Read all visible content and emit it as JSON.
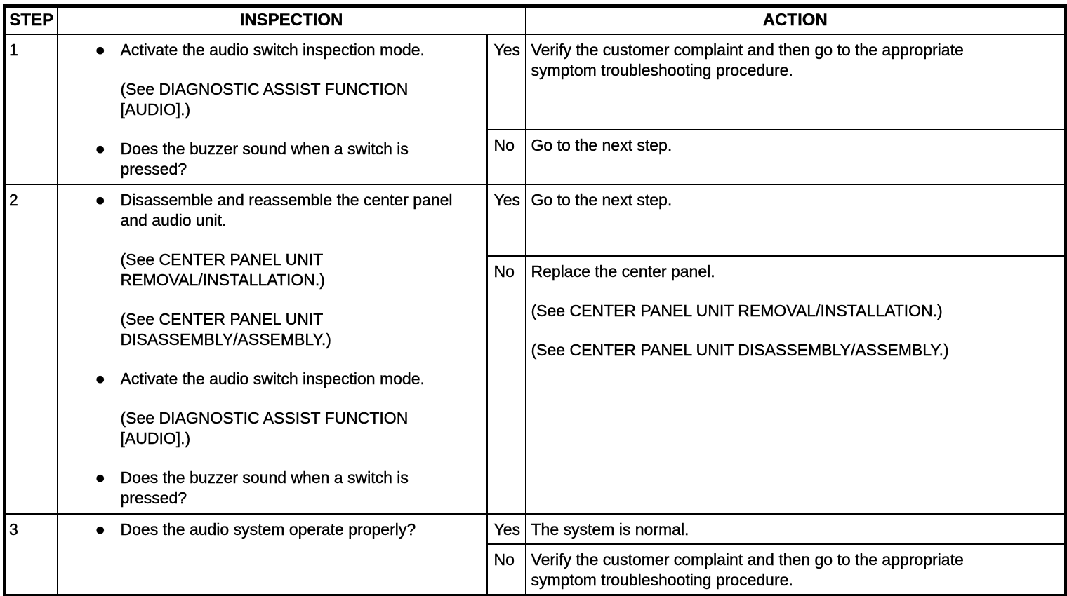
{
  "document": {
    "kind": "audio-system-troubleshooting-inspection-table"
  },
  "colors": {
    "border": "#000000",
    "text": "#000000",
    "background": "#ffffff"
  },
  "icons": {
    "bullet": "●"
  },
  "header": {
    "step": "STEP",
    "inspection": "INSPECTION",
    "action": "ACTION"
  },
  "steps": [
    {
      "number": "1",
      "inspection_items": [
        {
          "text": "Activate the audio switch inspection mode.",
          "refs": [
            "(See DIAGNOSTIC ASSIST FUNCTION [AUDIO].)"
          ]
        },
        {
          "text": "Does the buzzer sound when a switch is pressed?",
          "refs": []
        }
      ],
      "yes": {
        "label": "Yes",
        "action": [
          "Verify the customer complaint and then go to the appropriate symptom troubleshooting procedure."
        ]
      },
      "no": {
        "label": "No",
        "action": [
          "Go to the next step."
        ]
      }
    },
    {
      "number": "2",
      "inspection_items": [
        {
          "text": "Disassemble and reassemble the center panel and audio unit.",
          "refs": [
            "(See CENTER PANEL UNIT REMOVAL/INSTALLATION.)",
            "(See CENTER PANEL UNIT DISASSEMBLY/ASSEMBLY.)"
          ]
        },
        {
          "text": "Activate the audio switch inspection mode.",
          "refs": [
            "(See DIAGNOSTIC ASSIST FUNCTION [AUDIO].)"
          ]
        },
        {
          "text": "Does the buzzer sound when a switch is pressed?",
          "refs": []
        }
      ],
      "yes": {
        "label": "Yes",
        "action": [
          "Go to the next step."
        ]
      },
      "no": {
        "label": "No",
        "action": [
          "Replace the center panel.",
          "(See CENTER PANEL UNIT REMOVAL/INSTALLATION.)",
          "(See CENTER PANEL UNIT DISASSEMBLY/ASSEMBLY.)"
        ]
      }
    },
    {
      "number": "3",
      "inspection_items": [
        {
          "text": "Does the audio system operate properly?",
          "refs": []
        }
      ],
      "yes": {
        "label": "Yes",
        "action": [
          "The system is normal."
        ]
      },
      "no": {
        "label": "No",
        "action": [
          "Verify the customer complaint and then go to the appropriate symptom troubleshooting procedure."
        ]
      }
    }
  ]
}
